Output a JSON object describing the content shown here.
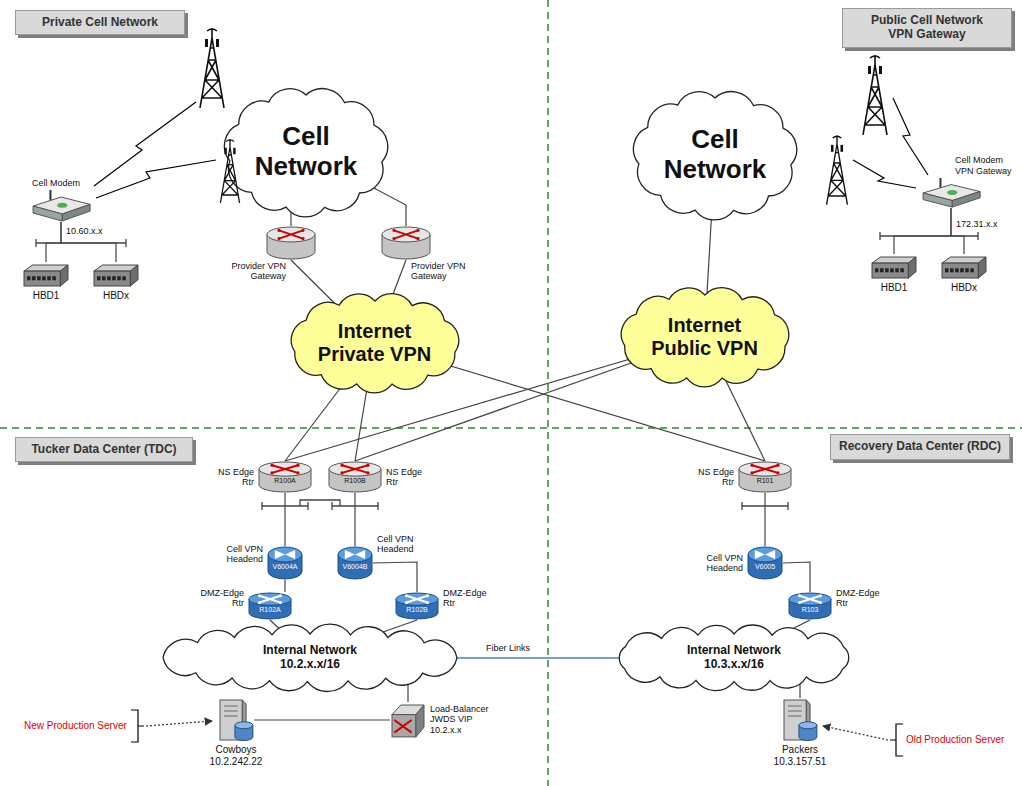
{
  "diagram": {
    "nodes": [
      {
        "text": [
          "Private Cell Network"
        ]
      },
      {
        "text": [
          "Public Cell Network VPN Gateway"
        ]
      },
      {
        "text": [
          "Cell Network"
        ]
      },
      {
        "text": [
          "Cell Modem"
        ]
      },
      {
        "text": [
          "HBD1"
        ]
      },
      {
        "text": [
          "HBDx"
        ]
      },
      {
        "text": [
          "Provider VPN Gateway"
        ]
      },
      {
        "text": [
          "Provider VPN Gateway"
        ]
      },
      {
        "text": [
          "Internet Private VPN"
        ]
      },
      {
        "text": [
          "Cell Network"
        ]
      },
      {
        "text": [
          "Cell Modem VPN Gateway"
        ]
      },
      {
        "text": [
          "HBD1"
        ]
      },
      {
        "text": [
          "HBDx"
        ]
      },
      {
        "text": [
          "Internet Public VPN"
        ]
      },
      {
        "text": [
          "Tucker Data Center (TDC)"
        ]
      },
      {
        "text": [
          "Recovery Data Center (RDC)"
        ]
      },
      {
        "text": [
          "R100A",
          "NS Edge Rtr"
        ]
      },
      {
        "text": [
          "R100B",
          "NS Edge Rtr"
        ]
      },
      {
        "text": [
          "R101",
          "NS Edge Rtr"
        ]
      },
      {
        "text": [
          "V6004A",
          "Cell VPN Headend"
        ]
      },
      {
        "text": [
          "V6004B",
          "Cell VPN Headend"
        ]
      },
      {
        "text": [
          "V6005",
          "Cell VPN Headend"
        ]
      },
      {
        "text": [
          "R102A",
          "DMZ-Edge Rtr"
        ]
      },
      {
        "text": [
          "R102B",
          "DMZ-Edge Rtr"
        ]
      },
      {
        "text": [
          "R103",
          "DMZ-Edge Rtr"
        ]
      },
      {
        "text": [
          "Internal Network 10.2.x.x/16"
        ]
      },
      {
        "text": [
          "Internal Network 10.3.x.x/16"
        ]
      },
      {
        "text": [
          "Cowboys 10.2.242.22"
        ]
      },
      {
        "text": [
          "Load-Balancer JWDS VIP 10.2.x.x"
        ]
      },
      {
        "text": [
          "Packers 10.3.157.51"
        ]
      }
    ],
    "edges": [
      {
        "from": 3,
        "to": 4,
        "arrow": "none"
      },
      {
        "from": 3,
        "to": 5,
        "arrow": "none"
      },
      {
        "from": 2,
        "to": 6,
        "arrow": "none"
      },
      {
        "from": 2,
        "to": 7,
        "arrow": "none"
      },
      {
        "from": 6,
        "to": 8,
        "arrow": "none"
      },
      {
        "from": 7,
        "to": 8,
        "arrow": "none"
      },
      {
        "from": 8,
        "to": 16,
        "arrow": "none"
      },
      {
        "from": 8,
        "to": 17,
        "arrow": "none"
      },
      {
        "from": 8,
        "to": 18,
        "arrow": "none"
      },
      {
        "from": 9,
        "to": 13,
        "arrow": "none"
      },
      {
        "from": 10,
        "to": 11,
        "arrow": "none"
      },
      {
        "from": 10,
        "to": 12,
        "arrow": "none"
      },
      {
        "from": 13,
        "to": 16,
        "arrow": "none"
      },
      {
        "from": 13,
        "to": 17,
        "arrow": "none"
      },
      {
        "from": 13,
        "to": 18,
        "arrow": "none"
      },
      {
        "from": 16,
        "to": 19,
        "arrow": "none"
      },
      {
        "from": 17,
        "to": 20,
        "arrow": "none"
      },
      {
        "from": 18,
        "to": 21,
        "arrow": "none"
      },
      {
        "from": 19,
        "to": 22,
        "arrow": "none"
      },
      {
        "from": 20,
        "to": 23,
        "arrow": "none"
      },
      {
        "from": 21,
        "to": 24,
        "arrow": "none"
      },
      {
        "from": 22,
        "to": 25,
        "arrow": "none"
      },
      {
        "from": 23,
        "to": 25,
        "arrow": "none"
      },
      {
        "from": 24,
        "to": 26,
        "arrow": "none"
      },
      {
        "from": 25,
        "to": 26,
        "label": "Fiber Links",
        "arrow": "none"
      },
      {
        "from": 25,
        "to": 28,
        "arrow": "none"
      },
      {
        "from": 28,
        "to": 27,
        "arrow": "none"
      },
      {
        "from": 26,
        "to": 29,
        "arrow": "none"
      }
    ],
    "labels": [
      "10.60.x.x",
      "172.31.x.x",
      "New Production Server",
      "Old Production Server"
    ]
  }
}
